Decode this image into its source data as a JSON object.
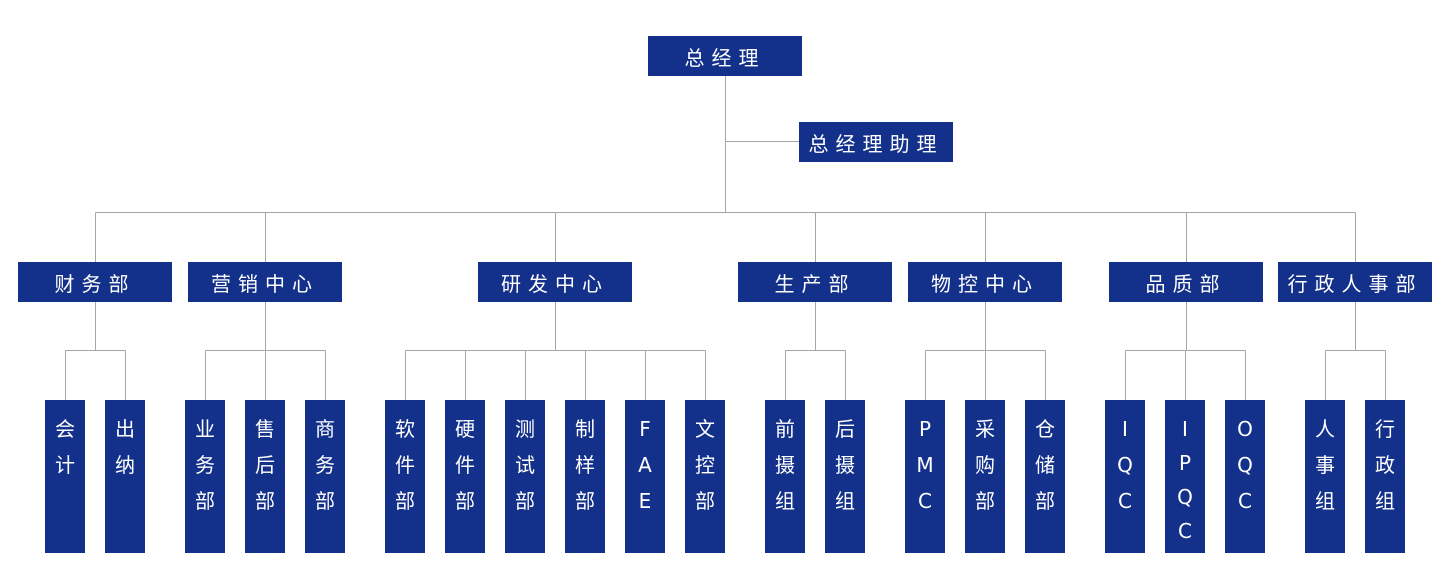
{
  "colors": {
    "box": "#13318a",
    "line": "#a6a6a6",
    "text": "#ffffff"
  },
  "root": {
    "label": "总经理"
  },
  "assistant": {
    "label": "总经理助理"
  },
  "departments": [
    {
      "label": "财务部",
      "children": [
        "会计",
        "出纳"
      ]
    },
    {
      "label": "营销中心",
      "children": [
        "业务部",
        "售后部",
        "商务部"
      ]
    },
    {
      "label": "研发中心",
      "children": [
        "软件部",
        "硬件部",
        "测试部",
        "制样部",
        "FAE",
        "文控部"
      ]
    },
    {
      "label": "生产部",
      "children": [
        "前摄组",
        "后摄组"
      ]
    },
    {
      "label": "物控中心",
      "children": [
        "PMC",
        "采购部",
        "仓储部"
      ]
    },
    {
      "label": "品质部",
      "children": [
        "IQC",
        "IPQC",
        "OQC"
      ]
    },
    {
      "label": "行政人事部",
      "children": [
        "人事组",
        "行政组"
      ]
    }
  ]
}
